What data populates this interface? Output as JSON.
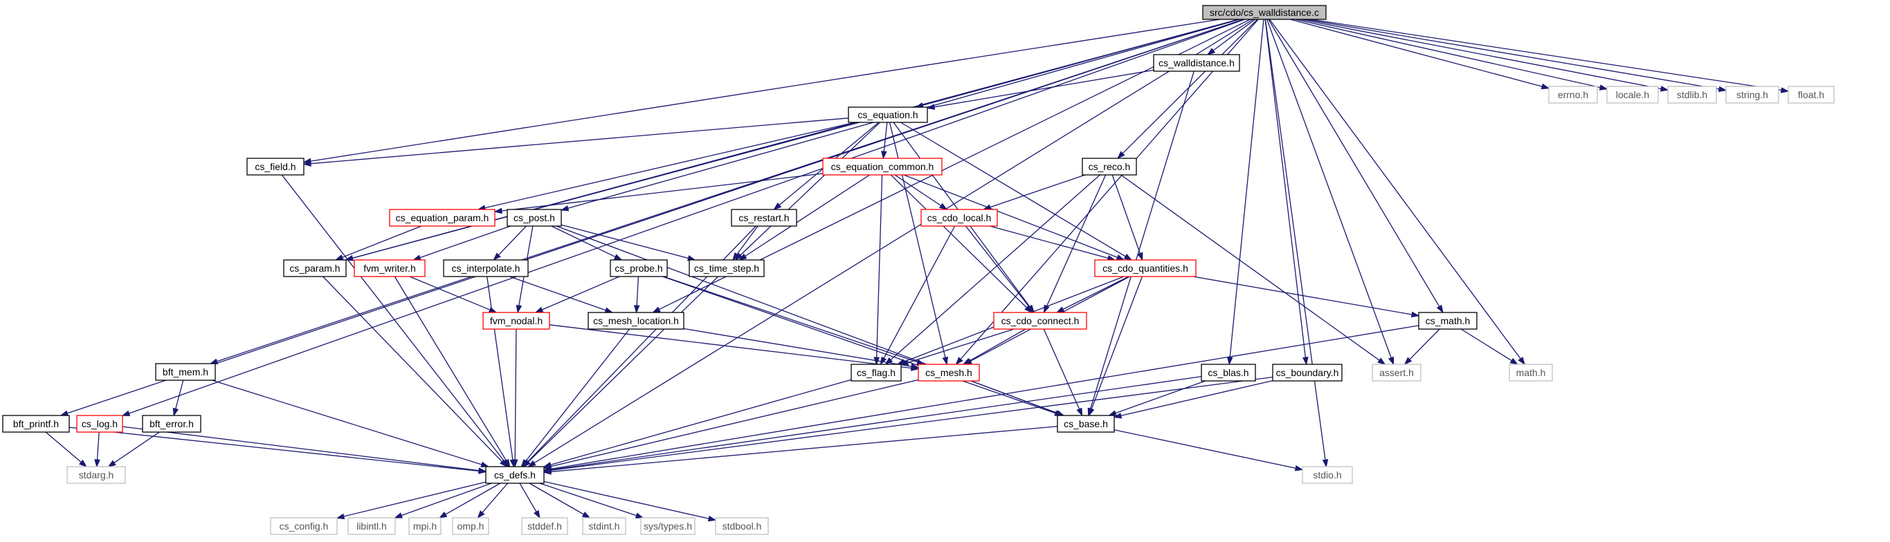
{
  "colors": {
    "edge": "#191970",
    "border_black": "#000000",
    "border_red": "#ff0000",
    "border_gray": "#bfbfbf",
    "root_fill": "#bfbfbf",
    "node_fill": "#ffffff"
  },
  "nodes": [
    {
      "id": "root",
      "label": "src/cdo/cs_walldistance.c",
      "style": "root"
    },
    {
      "id": "walldist_h",
      "label": "cs_walldistance.h",
      "style": "black"
    },
    {
      "id": "errno",
      "label": "errno.h",
      "style": "gray"
    },
    {
      "id": "locale",
      "label": "locale.h",
      "style": "gray"
    },
    {
      "id": "stdlib",
      "label": "stdlib.h",
      "style": "gray"
    },
    {
      "id": "string",
      "label": "string.h",
      "style": "gray"
    },
    {
      "id": "float",
      "label": "float.h",
      "style": "gray"
    },
    {
      "id": "equation",
      "label": "cs_equation.h",
      "style": "black"
    },
    {
      "id": "field",
      "label": "cs_field.h",
      "style": "black"
    },
    {
      "id": "eqcommon",
      "label": "cs_equation_common.h",
      "style": "red"
    },
    {
      "id": "reco",
      "label": "cs_reco.h",
      "style": "black"
    },
    {
      "id": "eqparam",
      "label": "cs_equation_param.h",
      "style": "red"
    },
    {
      "id": "post",
      "label": "cs_post.h",
      "style": "black"
    },
    {
      "id": "restart",
      "label": "cs_restart.h",
      "style": "black"
    },
    {
      "id": "cdolocal",
      "label": "cs_cdo_local.h",
      "style": "red"
    },
    {
      "id": "param",
      "label": "cs_param.h",
      "style": "black"
    },
    {
      "id": "fvmwriter",
      "label": "fvm_writer.h",
      "style": "red"
    },
    {
      "id": "interpolate",
      "label": "cs_interpolate.h",
      "style": "black"
    },
    {
      "id": "probe",
      "label": "cs_probe.h",
      "style": "black"
    },
    {
      "id": "timestep",
      "label": "cs_time_step.h",
      "style": "black"
    },
    {
      "id": "cdoquant",
      "label": "cs_cdo_quantities.h",
      "style": "red"
    },
    {
      "id": "fvmnodal",
      "label": "fvm_nodal.h",
      "style": "red"
    },
    {
      "id": "meshloc",
      "label": "cs_mesh_location.h",
      "style": "black"
    },
    {
      "id": "cdoconnect",
      "label": "cs_cdo_connect.h",
      "style": "red"
    },
    {
      "id": "math",
      "label": "cs_math.h",
      "style": "black"
    },
    {
      "id": "bftmem",
      "label": "bft_mem.h",
      "style": "black"
    },
    {
      "id": "flag",
      "label": "cs_flag.h",
      "style": "black"
    },
    {
      "id": "mesh",
      "label": "cs_mesh.h",
      "style": "red"
    },
    {
      "id": "blas",
      "label": "cs_blas.h",
      "style": "black"
    },
    {
      "id": "boundary",
      "label": "cs_boundary.h",
      "style": "black"
    },
    {
      "id": "assert",
      "label": "assert.h",
      "style": "gray"
    },
    {
      "id": "mathh",
      "label": "math.h",
      "style": "gray"
    },
    {
      "id": "bftprintf",
      "label": "bft_printf.h",
      "style": "black"
    },
    {
      "id": "log",
      "label": "cs_log.h",
      "style": "red"
    },
    {
      "id": "bfterror",
      "label": "bft_error.h",
      "style": "black"
    },
    {
      "id": "base",
      "label": "cs_base.h",
      "style": "black"
    },
    {
      "id": "defs",
      "label": "cs_defs.h",
      "style": "black"
    },
    {
      "id": "stdarg",
      "label": "stdarg.h",
      "style": "gray"
    },
    {
      "id": "stdio",
      "label": "stdio.h",
      "style": "gray"
    },
    {
      "id": "csconfig",
      "label": "cs_config.h",
      "style": "gray"
    },
    {
      "id": "libintl",
      "label": "libintl.h",
      "style": "gray"
    },
    {
      "id": "mpi",
      "label": "mpi.h",
      "style": "gray"
    },
    {
      "id": "omp",
      "label": "omp.h",
      "style": "gray"
    },
    {
      "id": "stddef",
      "label": "stddef.h",
      "style": "gray"
    },
    {
      "id": "stdint",
      "label": "stdint.h",
      "style": "gray"
    },
    {
      "id": "systypes",
      "label": "sys/types.h",
      "style": "gray"
    },
    {
      "id": "stdbool",
      "label": "stdbool.h",
      "style": "gray"
    }
  ],
  "edges": [
    [
      "root",
      "walldist_h"
    ],
    [
      "root",
      "errno"
    ],
    [
      "root",
      "locale"
    ],
    [
      "root",
      "stdlib"
    ],
    [
      "root",
      "string"
    ],
    [
      "root",
      "float"
    ],
    [
      "root",
      "equation"
    ],
    [
      "root",
      "field"
    ],
    [
      "root",
      "param"
    ],
    [
      "root",
      "post"
    ],
    [
      "root",
      "meshloc"
    ],
    [
      "root",
      "reco"
    ],
    [
      "root",
      "mesh"
    ],
    [
      "root",
      "blas"
    ],
    [
      "root",
      "boundary"
    ],
    [
      "root",
      "math"
    ],
    [
      "root",
      "assert"
    ],
    [
      "root",
      "mathh"
    ],
    [
      "root",
      "stdio"
    ],
    [
      "root",
      "bftmem"
    ],
    [
      "root",
      "log"
    ],
    [
      "root",
      "bftprintf"
    ],
    [
      "root",
      "defs"
    ],
    [
      "walldist_h",
      "equation"
    ],
    [
      "walldist_h",
      "base"
    ],
    [
      "equation",
      "field"
    ],
    [
      "equation",
      "eqcommon"
    ],
    [
      "equation",
      "eqparam"
    ],
    [
      "equation",
      "param"
    ],
    [
      "equation",
      "restart"
    ],
    [
      "equation",
      "timestep"
    ],
    [
      "equation",
      "cdoconnect"
    ],
    [
      "equation",
      "cdoquant"
    ],
    [
      "equation",
      "mesh"
    ],
    [
      "field",
      "defs"
    ],
    [
      "eqcommon",
      "eqparam"
    ],
    [
      "eqcommon",
      "cdolocal"
    ],
    [
      "eqcommon",
      "cdoquant"
    ],
    [
      "eqcommon",
      "timestep"
    ],
    [
      "eqcommon",
      "flag"
    ],
    [
      "eqcommon",
      "cdoconnect"
    ],
    [
      "reco",
      "cdolocal"
    ],
    [
      "reco",
      "cdoquant"
    ],
    [
      "reco",
      "cdoconnect"
    ],
    [
      "reco",
      "flag"
    ],
    [
      "reco",
      "assert"
    ],
    [
      "eqparam",
      "param"
    ],
    [
      "post",
      "fvmwriter"
    ],
    [
      "post",
      "interpolate"
    ],
    [
      "post",
      "probe"
    ],
    [
      "post",
      "timestep"
    ],
    [
      "post",
      "fvmnodal"
    ],
    [
      "post",
      "base"
    ],
    [
      "restart",
      "timestep"
    ],
    [
      "restart",
      "defs"
    ],
    [
      "cdolocal",
      "cdoquant"
    ],
    [
      "cdolocal",
      "cdoconnect"
    ],
    [
      "cdolocal",
      "flag"
    ],
    [
      "param",
      "defs"
    ],
    [
      "fvmwriter",
      "fvmnodal"
    ],
    [
      "fvmwriter",
      "defs"
    ],
    [
      "interpolate",
      "meshloc"
    ],
    [
      "interpolate",
      "defs"
    ],
    [
      "probe",
      "fvmnodal"
    ],
    [
      "probe",
      "meshloc"
    ],
    [
      "probe",
      "mesh"
    ],
    [
      "probe",
      "base"
    ],
    [
      "timestep",
      "defs"
    ],
    [
      "cdoquant",
      "cdoconnect"
    ],
    [
      "cdoquant",
      "math"
    ],
    [
      "cdoquant",
      "mesh"
    ],
    [
      "cdoquant",
      "flag"
    ],
    [
      "cdoquant",
      "base"
    ],
    [
      "fvmnodal",
      "mesh"
    ],
    [
      "fvmnodal",
      "defs"
    ],
    [
      "meshloc",
      "mesh"
    ],
    [
      "meshloc",
      "defs"
    ],
    [
      "cdoconnect",
      "flag"
    ],
    [
      "cdoconnect",
      "mesh"
    ],
    [
      "cdoconnect",
      "base"
    ],
    [
      "math",
      "assert"
    ],
    [
      "math",
      "mathh"
    ],
    [
      "math",
      "defs"
    ],
    [
      "bftmem",
      "bfterror"
    ],
    [
      "bftmem",
      "defs"
    ],
    [
      "flag",
      "defs"
    ],
    [
      "mesh",
      "base"
    ],
    [
      "mesh",
      "defs"
    ],
    [
      "blas",
      "base"
    ],
    [
      "blas",
      "defs"
    ],
    [
      "boundary",
      "base"
    ],
    [
      "boundary",
      "defs"
    ],
    [
      "bftprintf",
      "stdarg"
    ],
    [
      "bftprintf",
      "defs"
    ],
    [
      "log",
      "stdarg"
    ],
    [
      "log",
      "defs"
    ],
    [
      "bfterror",
      "stdarg"
    ],
    [
      "base",
      "defs"
    ],
    [
      "base",
      "stdio"
    ],
    [
      "defs",
      "csconfig"
    ],
    [
      "defs",
      "libintl"
    ],
    [
      "defs",
      "mpi"
    ],
    [
      "defs",
      "omp"
    ],
    [
      "defs",
      "stddef"
    ],
    [
      "defs",
      "stdint"
    ],
    [
      "defs",
      "systypes"
    ],
    [
      "defs",
      "stdbool"
    ]
  ]
}
